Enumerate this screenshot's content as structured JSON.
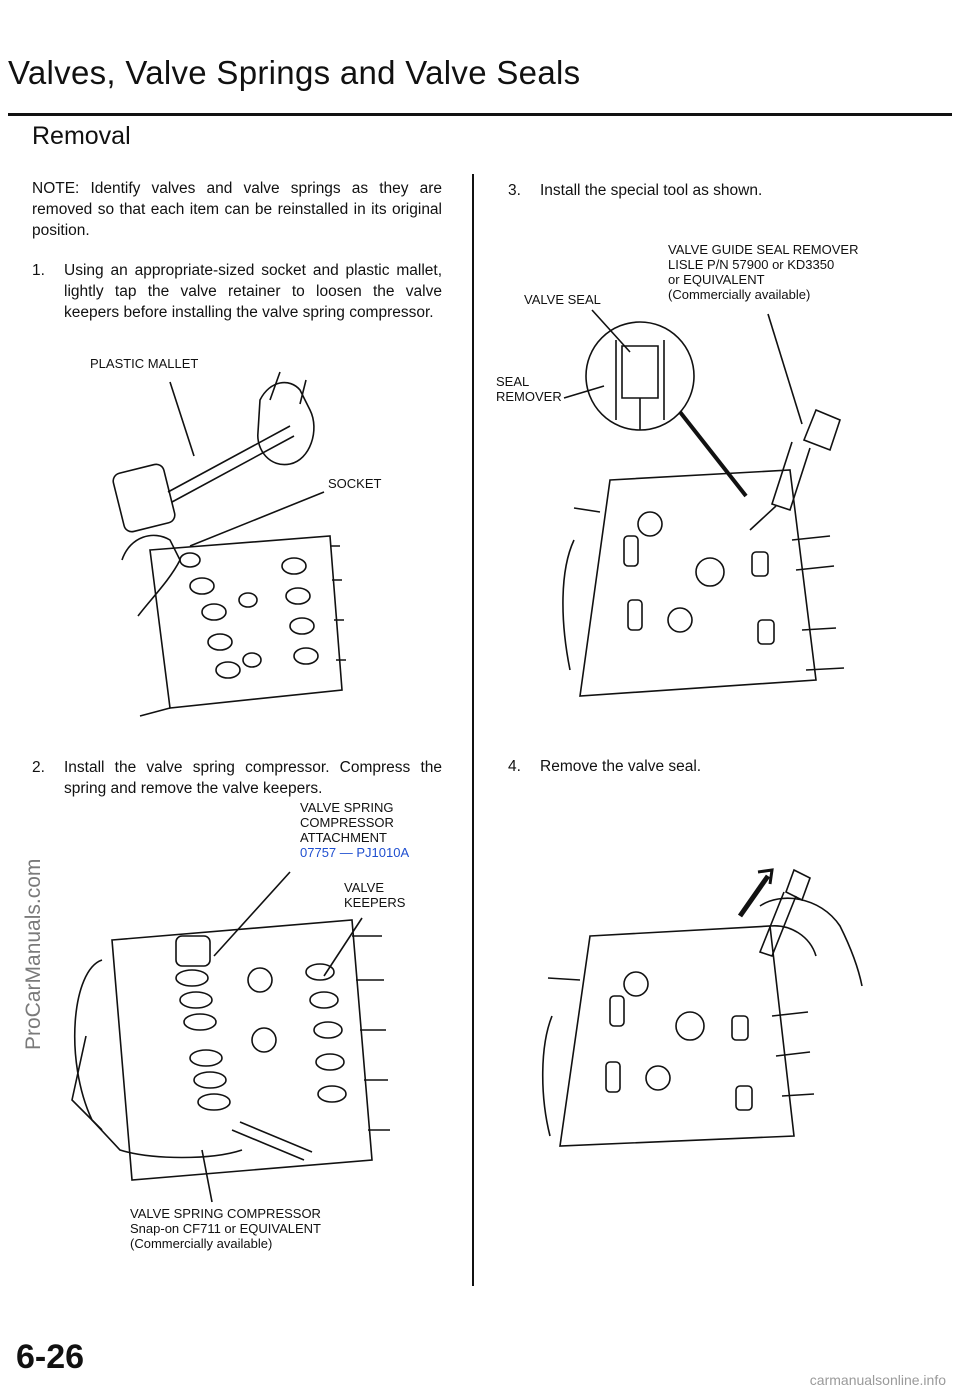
{
  "header": {
    "title": "Valves, Valve Springs and Valve Seals",
    "subtitle": "Removal"
  },
  "left": {
    "note": "NOTE: Identify valves and valve springs as they are removed so that each item can be reinstalled in its original position.",
    "step1": {
      "num": "1.",
      "text": "Using an appropriate-sized socket and plastic mallet, lightly tap the valve retainer to loosen the valve keepers before installing the valve spring compressor."
    },
    "fig1": {
      "label_mallet": "PLASTIC MALLET",
      "label_socket": "SOCKET"
    },
    "step2": {
      "num": "2.",
      "text": "Install the valve spring compressor. Compress the spring and remove the valve keepers."
    },
    "fig2": {
      "label_attachment_1": "VALVE SPRING",
      "label_attachment_2": "COMPRESSOR",
      "label_attachment_3": "ATTACHMENT",
      "label_attachment_pn": "07757 — PJ1010A",
      "label_keepers_1": "VALVE",
      "label_keepers_2": "KEEPERS",
      "label_compressor_1": "VALVE SPRING COMPRESSOR",
      "label_compressor_2": "Snap-on CF711 or EQUIVALENT",
      "label_compressor_3": "(Commercially available)"
    }
  },
  "right": {
    "step3": {
      "num": "3.",
      "text": "Install the special tool as shown."
    },
    "fig3": {
      "label_remover_1": "VALVE GUIDE SEAL REMOVER",
      "label_remover_2": "LISLE P/N 57900 or KD3350",
      "label_remover_3": "or EQUIVALENT",
      "label_remover_4": "(Commercially available)",
      "label_valve_seal": "VALVE SEAL",
      "label_seal_remover_1": "SEAL",
      "label_seal_remover_2": "REMOVER"
    },
    "step4": {
      "num": "4.",
      "text": "Remove the valve seal."
    }
  },
  "footer": {
    "page_number": "6-26",
    "watermark_side": "ProCarManuals.com",
    "watermark_bottom": "carmanualsonline.info"
  },
  "colors": {
    "text": "#111111",
    "part_number": "#1f4fd0",
    "watermark": "#7a7a7a"
  }
}
